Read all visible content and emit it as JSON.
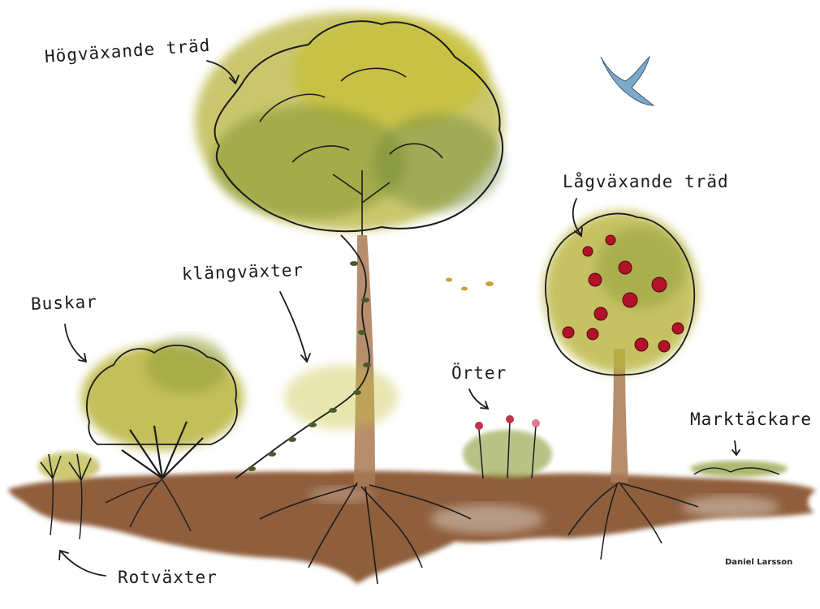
{
  "labels": {
    "tall_trees": "Högväxande träd",
    "low_trees": "Lågväxande träd",
    "climbers": "klängväxter",
    "shrubs": "Buskar",
    "herbs": "Örter",
    "ground_cover": "Marktäckare",
    "root_plants": "Rotväxter"
  },
  "signature": "Daniel Larsson",
  "colors": {
    "foliage": "#b9b43c",
    "foliage_dark": "#7f8a2c",
    "soil": "#8a5632",
    "trunk": "#a97a55",
    "fruit": "#b3122a",
    "bird": "#7fa9c9",
    "ink": "#1b1b1b"
  }
}
